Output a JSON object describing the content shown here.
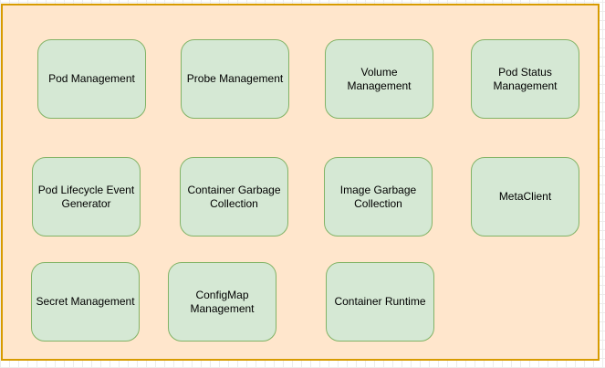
{
  "canvas": {
    "background_color": "#ffffff",
    "grid_color": "#ececec"
  },
  "diagram": {
    "container": {
      "fill_color": "#FFE6CC",
      "stroke_color": "#D79B00"
    },
    "node_style": {
      "fill_color": "#D5E8D4",
      "stroke_color": "#82B366",
      "text_color": "#000000"
    },
    "nodes": [
      {
        "label": "Pod Management"
      },
      {
        "label": "Probe Management"
      },
      {
        "label": "Volume Management"
      },
      {
        "label": "Pod Status\nManagement"
      },
      {
        "label": "Pod Lifecycle Event\nGenerator"
      },
      {
        "label": "Container Garbage\nCollection"
      },
      {
        "label": "Image Garbage\nCollection"
      },
      {
        "label": "MetaClient"
      },
      {
        "label": "Secret Management"
      },
      {
        "label": "ConfigMap\nManagement"
      },
      {
        "label": "Container Runtime"
      }
    ]
  }
}
